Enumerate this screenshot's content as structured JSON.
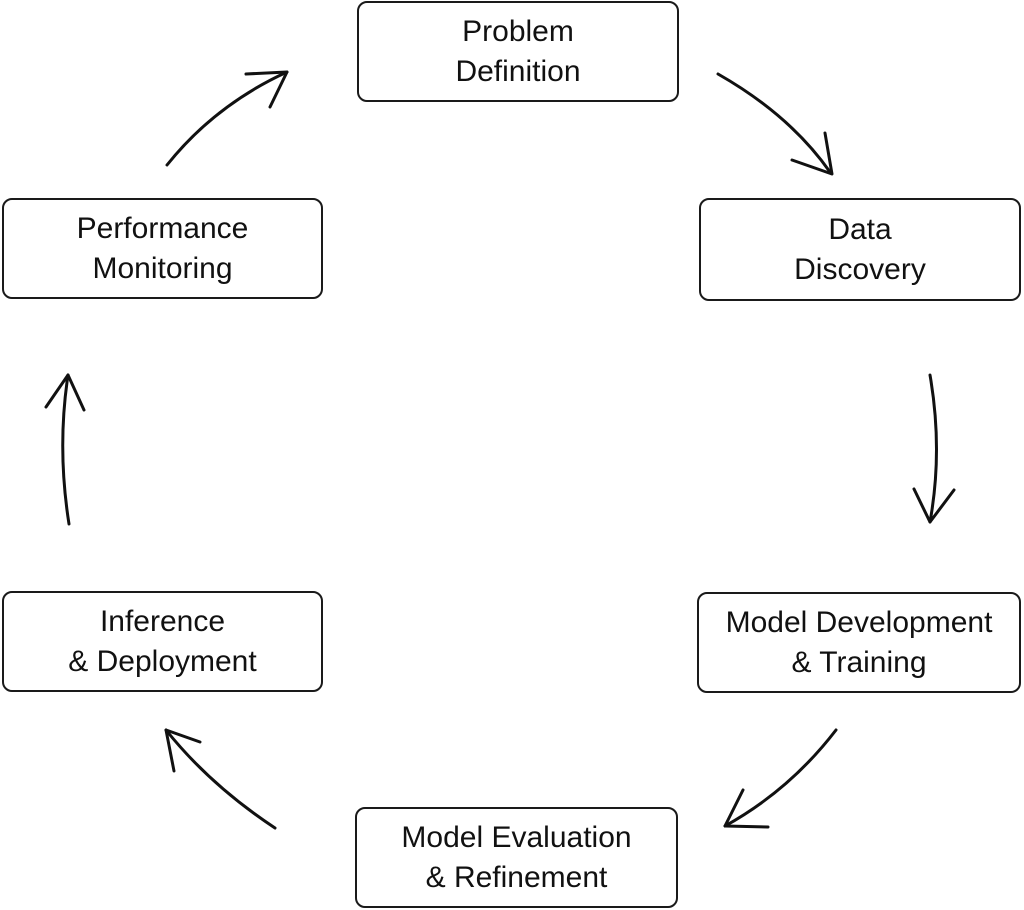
{
  "diagram": {
    "nodes": [
      {
        "id": "problem-definition",
        "lines": [
          "Problem",
          "Definition"
        ]
      },
      {
        "id": "data-discovery",
        "lines": [
          "Data",
          "Discovery"
        ]
      },
      {
        "id": "model-development-training",
        "lines": [
          "Model Development",
          "& Training"
        ]
      },
      {
        "id": "model-evaluation-refinement",
        "lines": [
          "Model Evaluation",
          "& Refinement"
        ]
      },
      {
        "id": "inference-deployment",
        "lines": [
          "Inference",
          "& Deployment"
        ]
      },
      {
        "id": "performance-monitoring",
        "lines": [
          "Performance",
          "Monitoring"
        ]
      }
    ],
    "edges": [
      {
        "from": "problem-definition",
        "to": "data-discovery"
      },
      {
        "from": "data-discovery",
        "to": "model-development-training"
      },
      {
        "from": "model-development-training",
        "to": "model-evaluation-refinement"
      },
      {
        "from": "model-evaluation-refinement",
        "to": "inference-deployment"
      },
      {
        "from": "inference-deployment",
        "to": "performance-monitoring"
      },
      {
        "from": "performance-monitoring",
        "to": "problem-definition"
      }
    ],
    "colors": {
      "stroke": "#1a1a1a",
      "background": "#ffffff",
      "text": "#111111"
    }
  }
}
